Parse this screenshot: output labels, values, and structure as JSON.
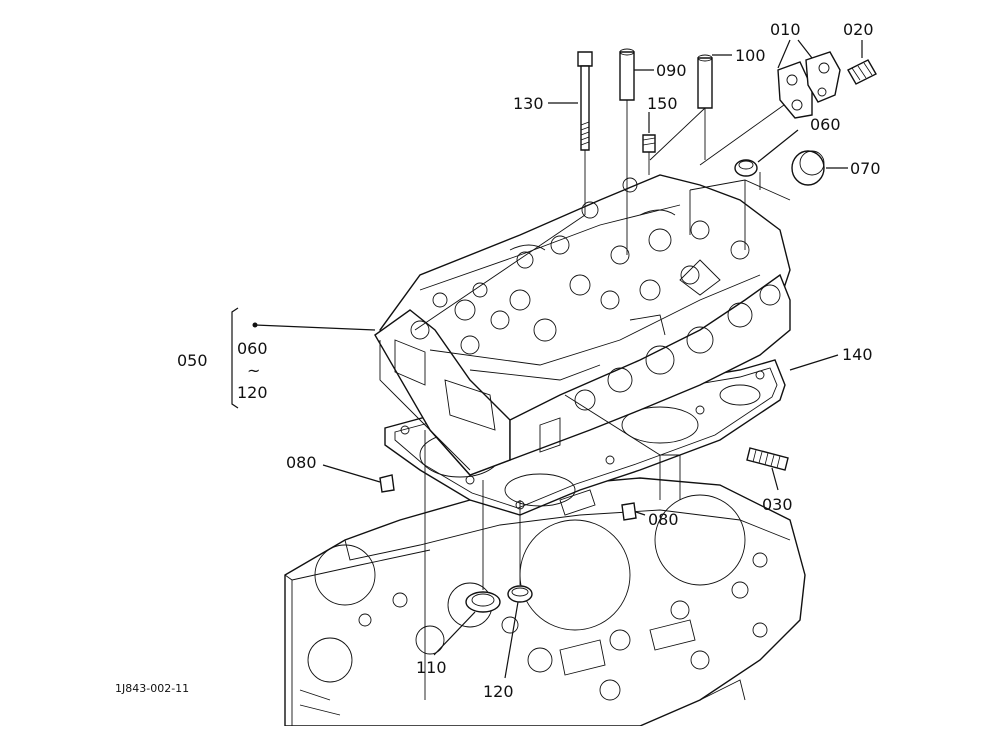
{
  "callouts": {
    "c010": "010",
    "c020": "020",
    "c030": "030",
    "c050": "050",
    "c060_top": "060",
    "c060_range": "060",
    "c070": "070",
    "c080_left": "080",
    "c080_right": "080",
    "c090": "090",
    "c100": "100",
    "c110": "110",
    "c120_range": "120",
    "c120_bottom": "120",
    "c130": "130",
    "c140": "140",
    "c150": "150",
    "tilde": "~"
  },
  "figure_code": "1J843-002-11"
}
